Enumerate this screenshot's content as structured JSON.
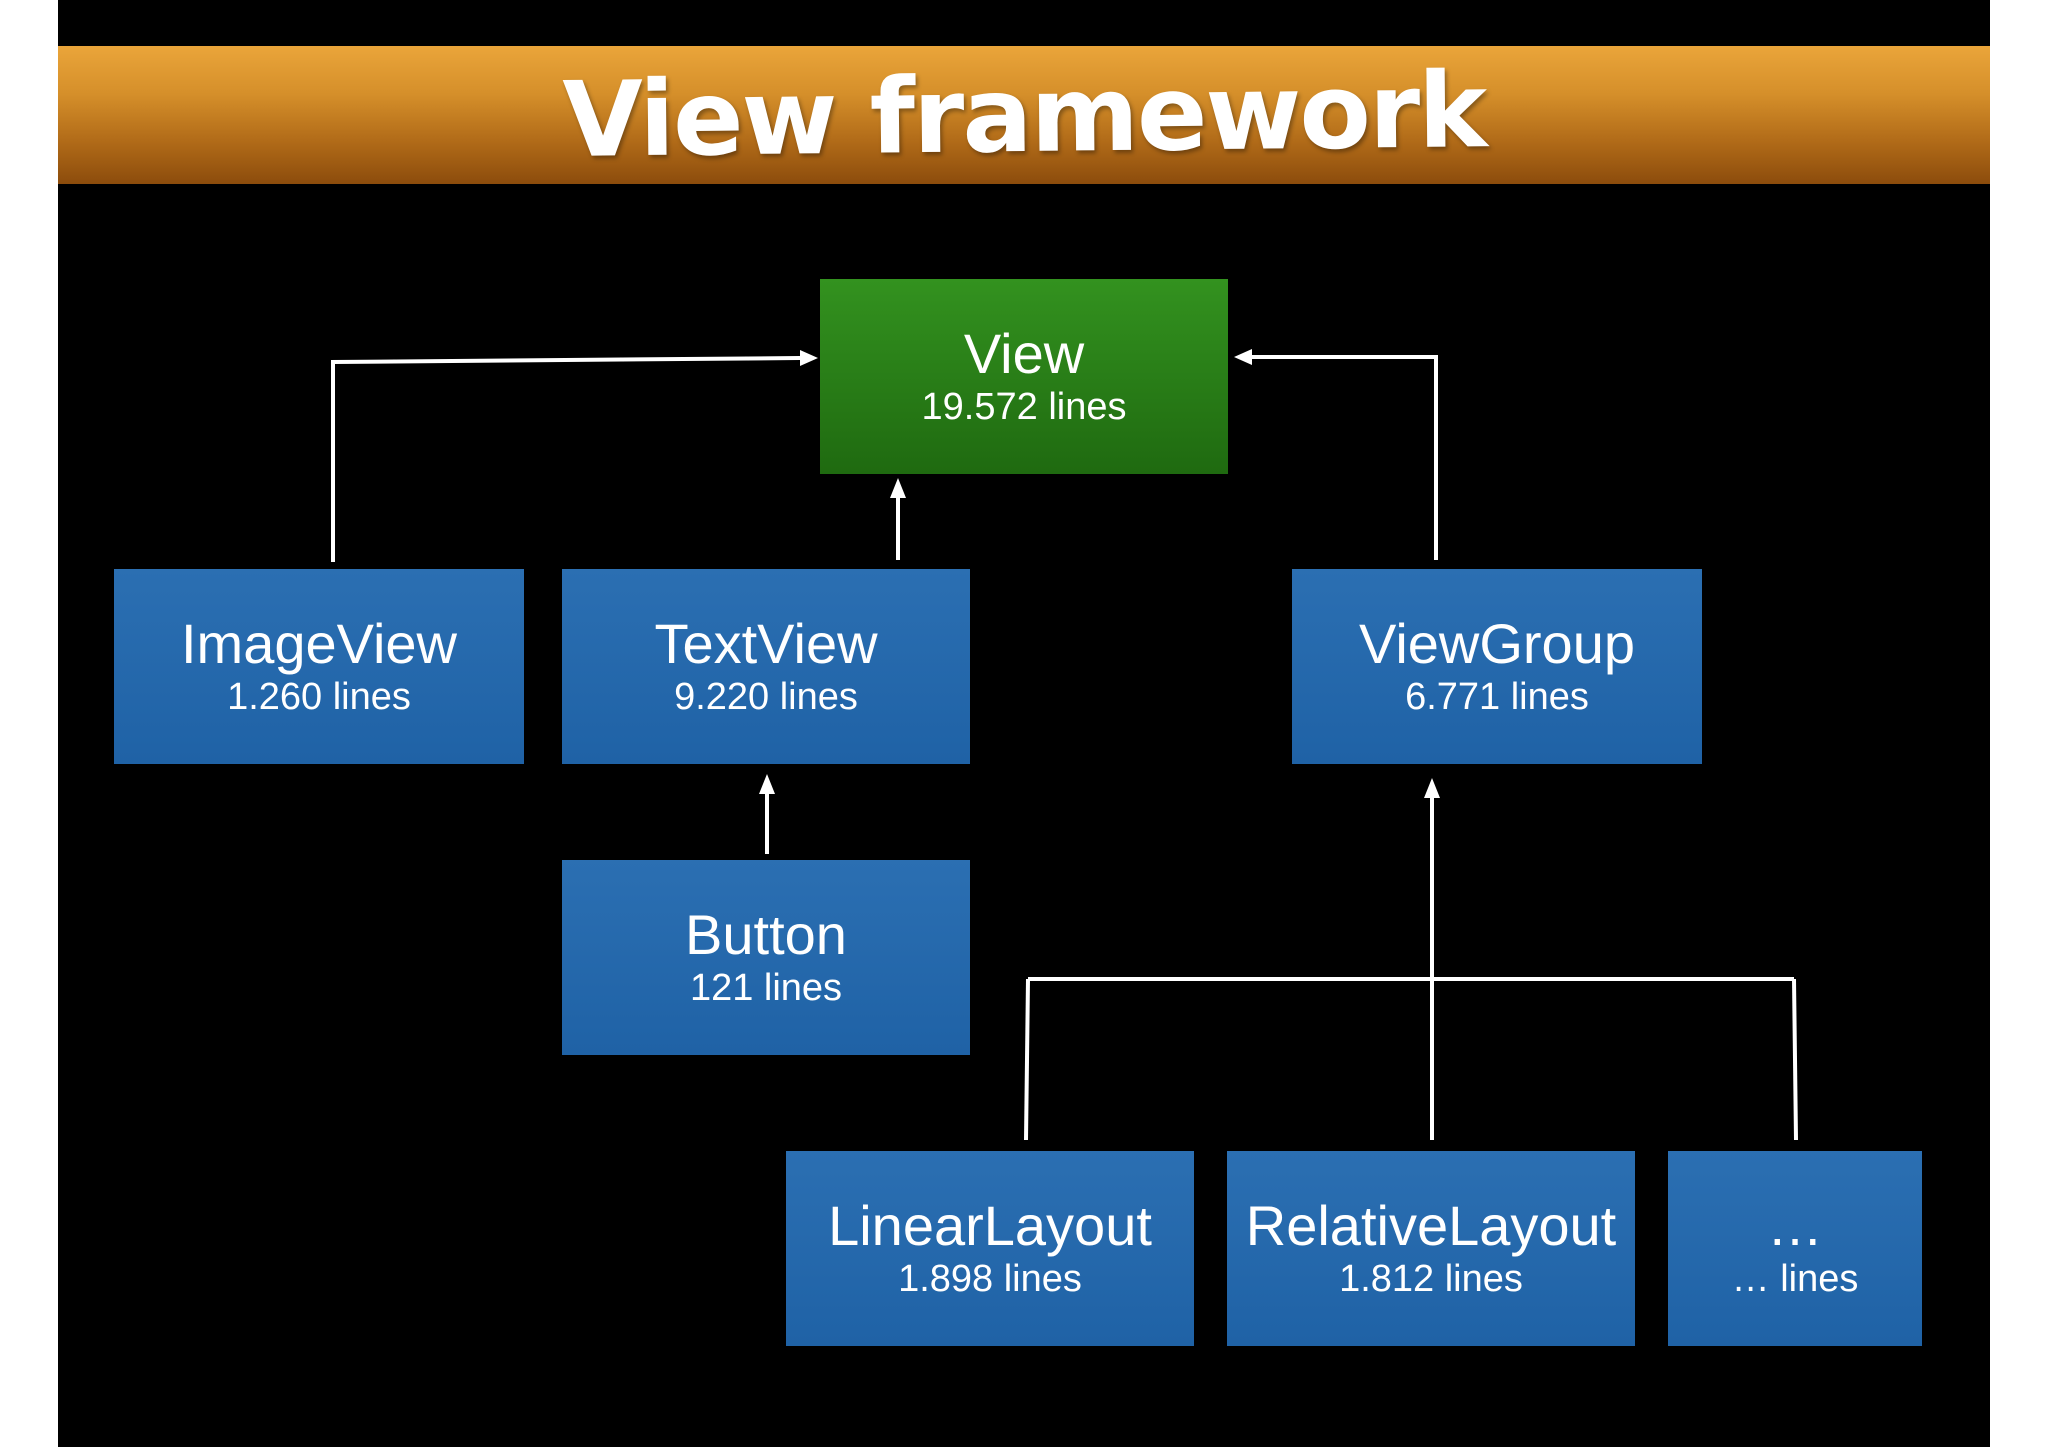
{
  "title": "View framework",
  "nodes": {
    "view": {
      "name": "View",
      "lines": "19.572 lines"
    },
    "imageview": {
      "name": "ImageView",
      "lines": "1.260 lines"
    },
    "textview": {
      "name": "TextView",
      "lines": "9.220 lines"
    },
    "viewgroup": {
      "name": "ViewGroup",
      "lines": "6.771 lines"
    },
    "button": {
      "name": "Button",
      "lines": "121 lines"
    },
    "linearlayout": {
      "name": "LinearLayout",
      "lines": "1.898 lines"
    },
    "relativelayout": {
      "name": "RelativeLayout",
      "lines": "1.812 lines"
    },
    "more": {
      "name": "…",
      "lines": "… lines"
    }
  },
  "colors": {
    "background": "#000000",
    "title_bar": "#d58f2a",
    "class_box": "#1f62a6",
    "root_box": "#2a7f1a",
    "connector": "#ffffff"
  }
}
